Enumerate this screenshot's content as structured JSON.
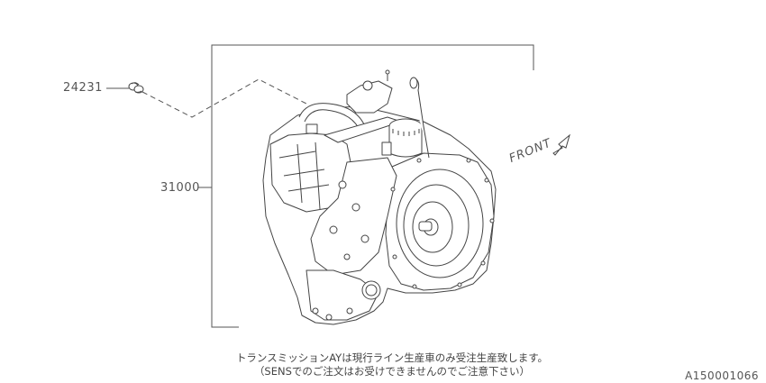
{
  "diagram": {
    "id": "A150001066",
    "parts": [
      {
        "number": "24231",
        "description": "sensor"
      },
      {
        "number": "31000",
        "description": "transmission assembly"
      }
    ],
    "direction_label": "FRONT",
    "notes": [
      "トランスミッションAYは現行ライン生産車のみ受注生産致します。",
      "（SENSでのご注文はお受けできませんのでご注意下さい）"
    ],
    "line_color": "#555555"
  }
}
